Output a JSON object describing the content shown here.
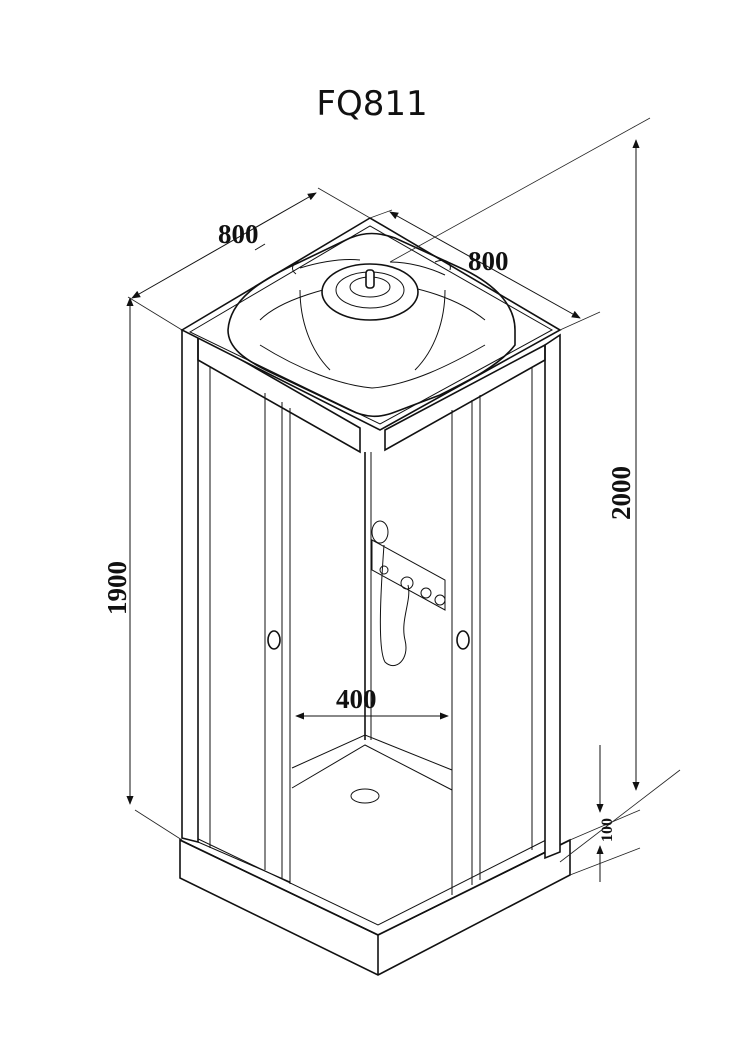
{
  "title": "FQ811",
  "dimensions": {
    "width_left": "800",
    "width_right": "800",
    "height_cabin": "1900",
    "height_total": "2000",
    "door_opening": "400",
    "tray_height": "100"
  }
}
